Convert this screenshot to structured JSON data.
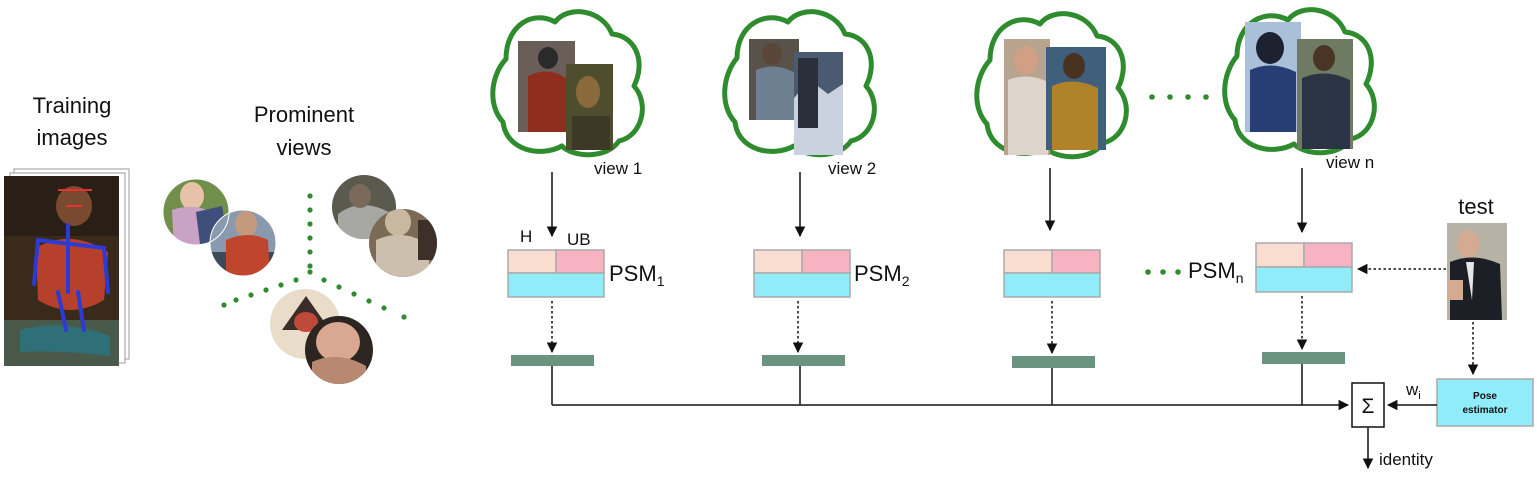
{
  "training": {
    "label_line1": "Training",
    "label_line2": "images"
  },
  "prominent": {
    "label_line1": "Prominent",
    "label_line2": "views"
  },
  "views": [
    {
      "label": "view 1",
      "psm_base": "PSM",
      "psm_sub": "1"
    },
    {
      "label": "view 2",
      "psm_base": "PSM",
      "psm_sub": "2"
    },
    {
      "label": "",
      "psm_base": "",
      "psm_sub": ""
    },
    {
      "label": "view n",
      "psm_base": "PSM",
      "psm_sub": "n"
    }
  ],
  "parts": {
    "head": "H",
    "upper_body": "UB"
  },
  "test": {
    "label": "test"
  },
  "pose_estimator": {
    "line1": "Pose",
    "line2": "estimator"
  },
  "weight": {
    "base": "w",
    "sub": "i"
  },
  "sum": {
    "symbol": "Σ"
  },
  "output": {
    "label": "identity"
  },
  "colors": {
    "cluster_outline": "#2e8b2e",
    "dots": "#2e8b2e",
    "head_part": "#f9ddd0",
    "upper_body_part": "#f7b3c2",
    "lower_part": "#8fecf8",
    "feature_bar": "#6b9480",
    "pose_box": "#8fecf8",
    "skeleton": "#2d3bd6"
  }
}
